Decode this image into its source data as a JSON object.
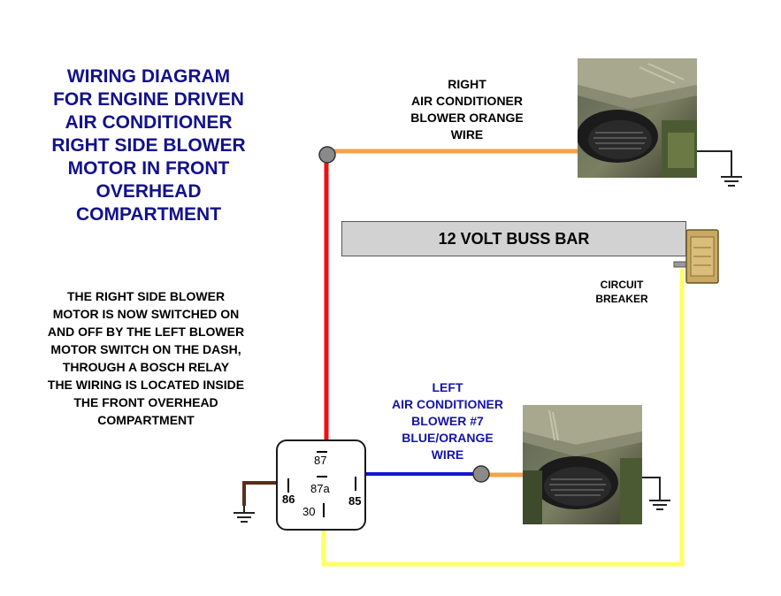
{
  "title": "WIRING DIAGRAM\nFOR ENGINE DRIVEN\nAIR CONDITIONER\nRIGHT SIDE BLOWER\nMOTOR IN FRONT\nOVERHEAD\nCOMPARTMENT",
  "description": "THE RIGHT SIDE BLOWER\nMOTOR IS NOW SWITCHED ON\nAND OFF BY THE LEFT BLOWER\nMOTOR SWITCH ON THE DASH,\nTHROUGH A BOSCH RELAY\nTHE WIRING IS LOCATED INSIDE\nTHE FRONT OVERHEAD\nCOMPARTMENT",
  "labels": {
    "right_blower": "RIGHT\nAIR CONDITIONER\nBLOWER ORANGE\nWIRE",
    "left_blower": "LEFT\nAIR CONDITIONER\nBLOWER #7\nBLUE/ORANGE\nWIRE",
    "circuit_breaker": "CIRCUIT\nBREAKER",
    "buss_bar": "12 VOLT BUSS BAR"
  },
  "relay": {
    "pin_87": "87",
    "pin_87a": "87a",
    "pin_86": "86",
    "pin_85": "85",
    "pin_30": "30"
  },
  "icons": {
    "blower_photo_right": "blower-motor-photo",
    "blower_photo_left": "blower-motor-photo",
    "ground": "ground-icon",
    "circuit_breaker": "circuit-breaker-icon",
    "connector": "connector-dot-icon"
  },
  "colors": {
    "title": "#12128a",
    "left_label": "#1414a8",
    "wire_red": "#ee1111",
    "wire_orange": "#f5a24a",
    "wire_blue": "#1515d0",
    "wire_yellow": "#ffff66",
    "wire_brown": "#5a2e1a",
    "buss_bar_fill": "#d2d2d2"
  }
}
